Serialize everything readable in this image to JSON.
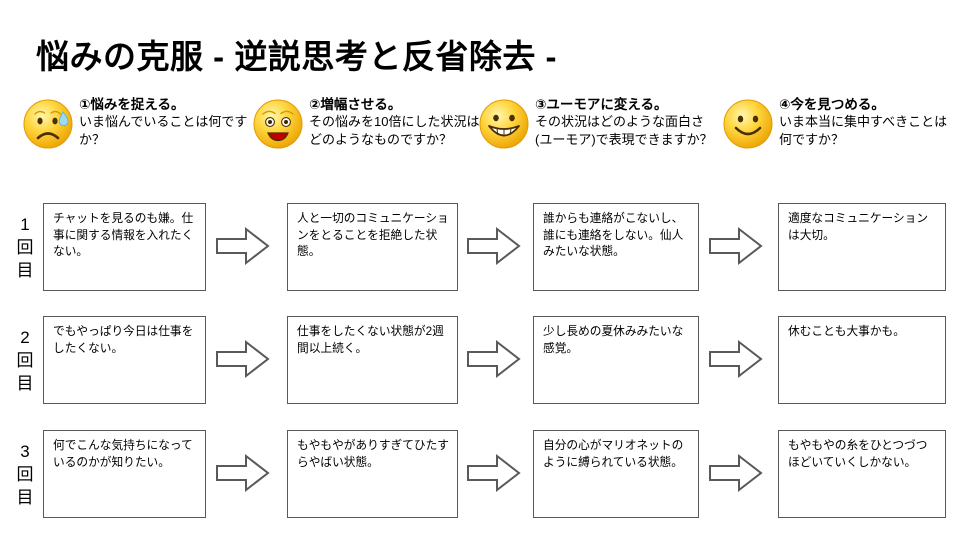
{
  "slide": {
    "title": "悩みの克服 - 逆説思考と反省除去 -"
  },
  "steps": [
    {
      "icon": "sad-sweating-face-emoji",
      "heading": "①悩みを捉える。",
      "question": "いま悩んでいることは何ですか？"
    },
    {
      "icon": "shocked-face-emoji",
      "heading": "②増幅させる。",
      "question": "その悩みを10倍にした状況はどのようなものですか？"
    },
    {
      "icon": "grinning-face-emoji",
      "heading": "③ユーモアに変える。",
      "question": "その状況はどのような面白さ(ユーモア)で表現できますか？"
    },
    {
      "icon": "smiling-face-emoji",
      "heading": "④今を見つめる。",
      "question": "いま本当に集中すべきことは何ですか？"
    }
  ],
  "rows": [
    {
      "label": "1回目",
      "label_chars": [
        "1",
        "回",
        "目"
      ],
      "cells": [
        "チャットを見るのも嫌。仕事に関する情報を入れたくない。",
        "人と一切のコミュニケーションをとることを拒絶した状態。",
        "誰からも連絡がこないし、誰にも連絡をしない。仙人みたいな状態。",
        "適度なコミュニケーションは大切。"
      ]
    },
    {
      "label": "2回目",
      "label_chars": [
        "2",
        "回",
        "目"
      ],
      "cells": [
        "でもやっぱり今日は仕事をしたくない。",
        "仕事をしたくない状態が2週間以上続く。",
        "少し長めの夏休みみたいな感覚。",
        "休むことも大事かも。"
      ]
    },
    {
      "label": "3回目",
      "label_chars": [
        "3",
        "回",
        "目"
      ],
      "cells": [
        "何でこんな気持ちになっているのかが知りたい。",
        "もやもやがありすぎてひたすらやばい状態。",
        "自分の心がマリオネットのように縛られている状態。",
        "もやもやの糸をひとつづつほどいていくしかない。"
      ]
    }
  ],
  "arrows": {
    "icon": "block-arrow-right-icon",
    "count_per_row": 3
  },
  "colors": {
    "background": "#ffffff",
    "text": "#000000",
    "box_border": "#595959",
    "arrow_stroke": "#595959",
    "emoji_yellow": "#ffd63f",
    "emoji_yellow_dark": "#f2a900",
    "emoji_mouth_red": "#c00000",
    "sweat_blue": "#8fd3f0"
  }
}
